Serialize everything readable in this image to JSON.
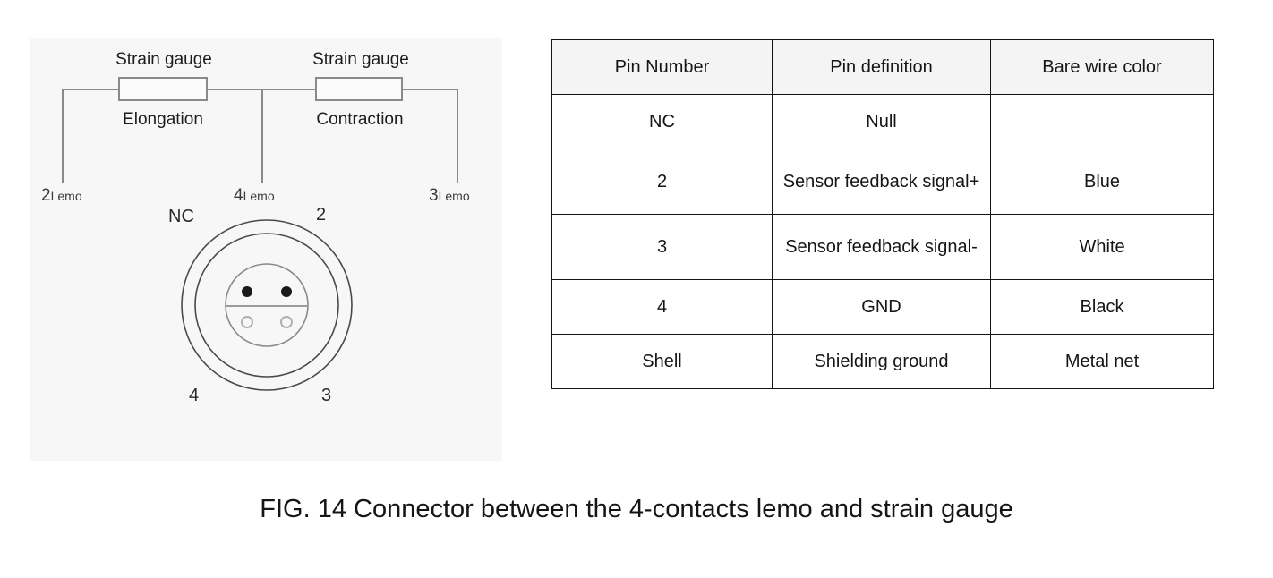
{
  "figure": {
    "caption": "FIG. 14 Connector between the 4-contacts lemo and strain gauge",
    "schematic": {
      "gauge_left_title": "Strain gauge",
      "gauge_left_state": "Elongation",
      "gauge_right_title": "Strain gauge",
      "gauge_right_state": "Contraction",
      "terminals": [
        {
          "number": "2",
          "word": "Lemo"
        },
        {
          "number": "4",
          "word": "Lemo"
        },
        {
          "number": "3",
          "word": "Lemo"
        }
      ]
    },
    "connector": {
      "pin_labels": {
        "top_left": "NC",
        "top_right": "2",
        "bottom_left": "4",
        "bottom_right": "3"
      },
      "contacts_filled": 2,
      "contacts_hollow": 2
    }
  },
  "table": {
    "headers": [
      "Pin Number",
      "Pin definition",
      "Bare wire color"
    ],
    "rows": [
      {
        "pin": "NC",
        "definition": "Null",
        "color": ""
      },
      {
        "pin": "2",
        "definition": "Sensor feedback signal+",
        "color": "Blue"
      },
      {
        "pin": "3",
        "definition": "Sensor feedback signal-",
        "color": "White"
      },
      {
        "pin": "4",
        "definition": "GND",
        "color": "Black"
      },
      {
        "pin": "Shell",
        "definition": "Shielding ground",
        "color": "Metal net"
      }
    ]
  },
  "colors": {
    "panel_background": "#f7f7f7",
    "wire": "#8a8a8a",
    "table_border": "#141414",
    "table_header_background": "#f4f4f4",
    "text": "#151515"
  }
}
